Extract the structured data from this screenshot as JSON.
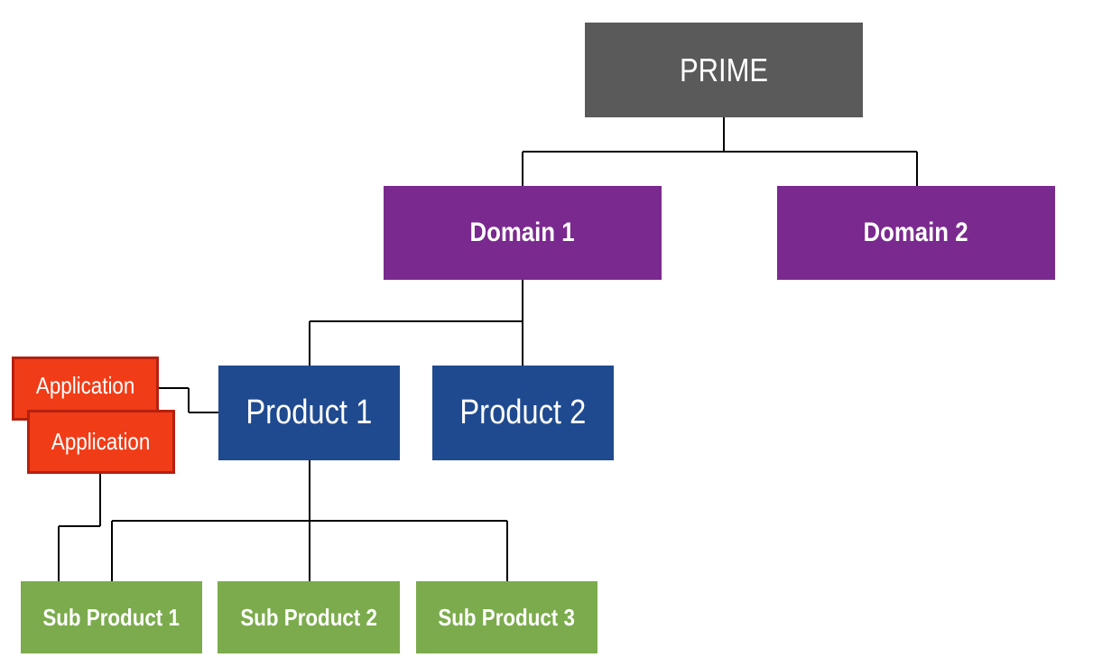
{
  "diagram": {
    "colors": {
      "prime": "#5a5a5a",
      "domain": "#7a2a8e",
      "product": "#1f4a8f",
      "application": "#f03c17",
      "application_border": "#b5200f",
      "sub_product": "#7bab4d",
      "connector": "#000000",
      "text": "#ffffff"
    },
    "nodes": {
      "prime": {
        "label": "PRIME"
      },
      "domain1": {
        "label": "Domain 1"
      },
      "domain2": {
        "label": "Domain 2"
      },
      "product1": {
        "label": "Product 1"
      },
      "product2": {
        "label": "Product 2"
      },
      "app1": {
        "label": "Application"
      },
      "app2": {
        "label": "Application"
      },
      "sub1": {
        "label": "Sub Product 1"
      },
      "sub2": {
        "label": "Sub Product 2"
      },
      "sub3": {
        "label": "Sub Product 3"
      }
    },
    "edges": [
      {
        "from": "prime",
        "to": "domain1"
      },
      {
        "from": "prime",
        "to": "domain2"
      },
      {
        "from": "domain1",
        "to": "product1"
      },
      {
        "from": "domain1",
        "to": "product2"
      },
      {
        "from": "product1",
        "to": "app1"
      },
      {
        "from": "product1",
        "to": "sub1"
      },
      {
        "from": "product1",
        "to": "sub2"
      },
      {
        "from": "product1",
        "to": "sub3"
      },
      {
        "from": "app2",
        "to": "sub1"
      }
    ]
  }
}
